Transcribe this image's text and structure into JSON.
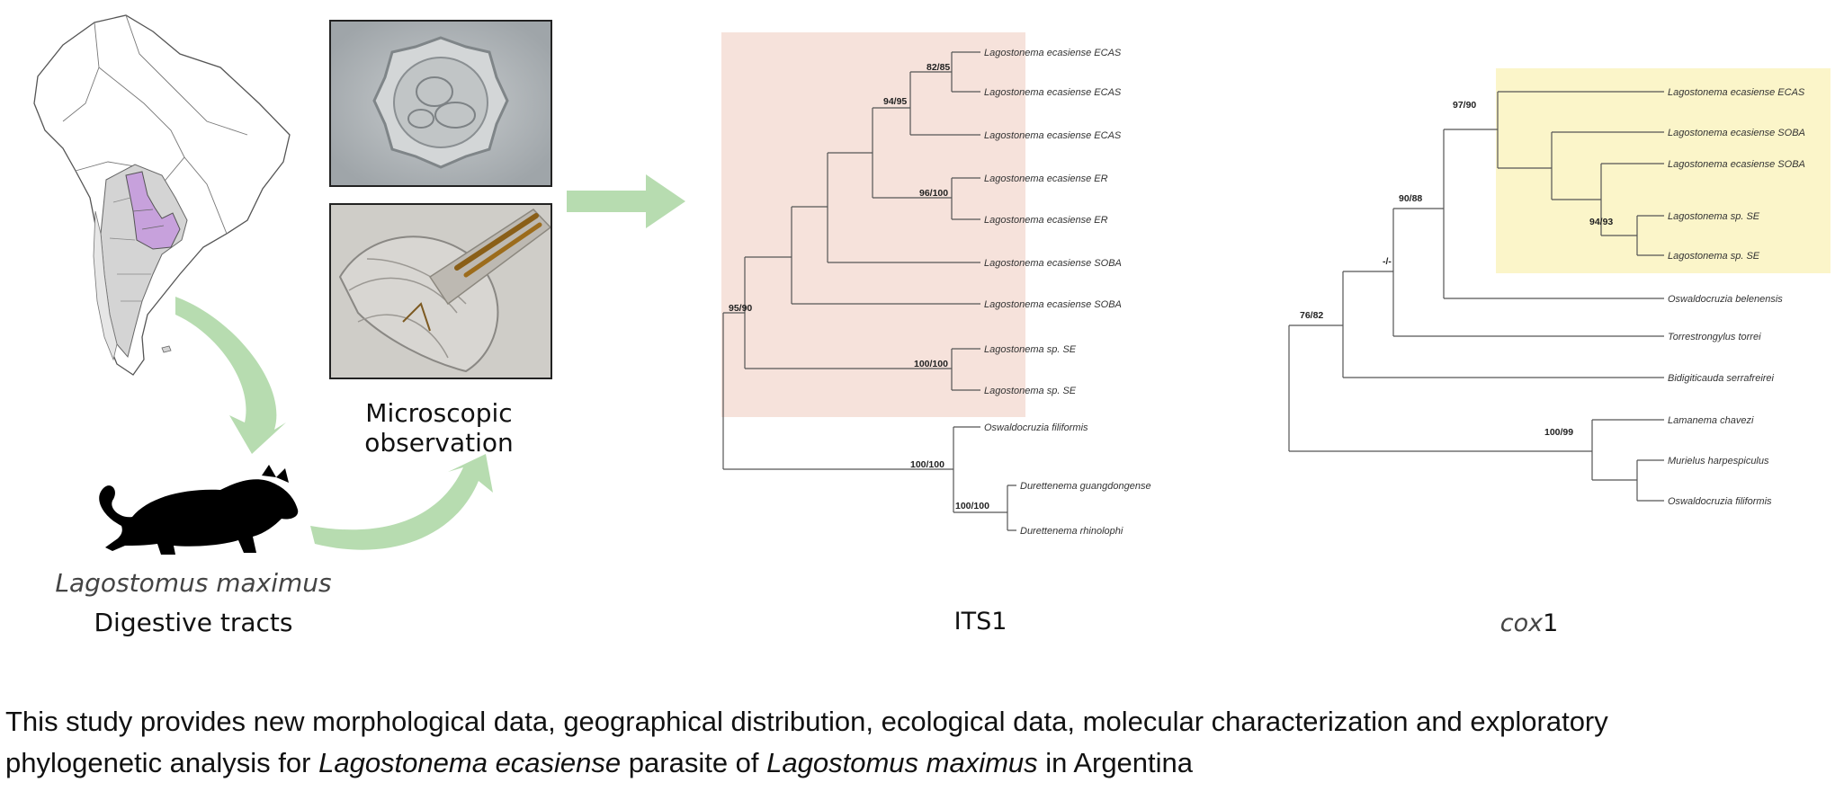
{
  "labels": {
    "microscopic": "Microscopic observation",
    "host_species": "Lagostomus maximus",
    "host_sample": "Digestive tracts",
    "its1": "ITS1",
    "cox1_italic": "cox",
    "cox1_suffix": "1"
  },
  "caption": {
    "part1": "This study provides new morphological data, geographical distribution, ecological data, molecular characterization and exploratory",
    "part2": "phylogenetic analysis for ",
    "species1": "Lagostonema ecasiense",
    "part3": " parasite of ",
    "species2": "Lagostomus maximus",
    "part4": " in Argentina"
  },
  "its1_tree": {
    "tips": [
      "Lagostonema ecasiense ECAS",
      "Lagostonema ecasiense ECAS",
      "Lagostonema ecasiense ECAS",
      "Lagostonema ecasiense ER",
      "Lagostonema ecasiense ER",
      "Lagostonema ecasiense SOBA",
      "Lagostonema ecasiense SOBA",
      "Lagostonema sp. SE",
      "Lagostonema sp. SE",
      "Oswaldocruzia filiformis",
      "Durettenema guangdongense",
      "Durettenema rhinolophi"
    ],
    "supports": [
      "82/85",
      "94/95",
      "96/100",
      "95/90",
      "100/100",
      "100/100",
      "100/100"
    ]
  },
  "cox1_tree": {
    "tips": [
      "Lagostonema ecasiense ECAS",
      "Lagostonema ecasiense SOBA",
      "Lagostonema ecasiense SOBA",
      "Lagostonema sp. SE",
      "Lagostonema sp. SE",
      "Oswaldocruzia belenensis",
      "Torrestrongylus torrei",
      "Bidigiticauda serrafreirei",
      "Lamanema chavezi",
      "Murielus harpespiculus",
      "Oswaldocruzia filiformis"
    ],
    "supports": [
      "97/90",
      "94/93",
      "90/88",
      "-/-",
      "76/82",
      "100/99"
    ]
  },
  "colors": {
    "its1_highlight": "#f6e2db",
    "cox1_highlight": "#fbf5c9",
    "arrow_green": "#b7dcb0",
    "map_purple": "#c7a1dc",
    "map_grey": "#d4d4d4"
  }
}
